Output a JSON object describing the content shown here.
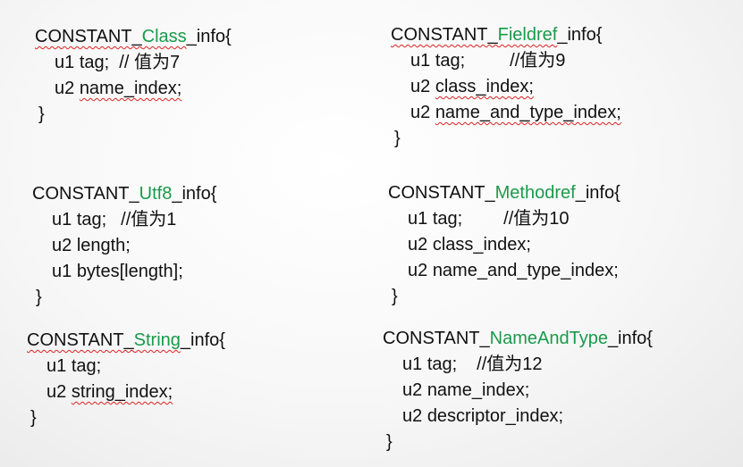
{
  "structs": {
    "class": {
      "prefix": "CONSTANT_",
      "name": "Class",
      "suffix": "_info{",
      "fields": [
        {
          "type": "u1",
          "name": "tag;",
          "comment": "// 值为7"
        },
        {
          "type": "u2",
          "name": "name_index;",
          "comment": ""
        }
      ],
      "close": "}"
    },
    "fieldref": {
      "prefix": "CONSTANT_",
      "name": "Fieldref",
      "suffix": "_info{",
      "fields": [
        {
          "type": "u1",
          "name": "tag;",
          "comment": "//值为9"
        },
        {
          "type": "u2",
          "name": "class_index;",
          "comment": ""
        },
        {
          "type": "u2",
          "name": "name_and_type_index;",
          "comment": ""
        }
      ],
      "close": "}"
    },
    "utf8": {
      "prefix": "CONSTANT_",
      "name": "Utf8",
      "suffix": "_info{",
      "fields": [
        {
          "type": "u1",
          "name": "tag;",
          "comment": "//值为1"
        },
        {
          "type": "u2",
          "name": "length;",
          "comment": ""
        },
        {
          "type": "u1",
          "name": "bytes[length];",
          "comment": ""
        }
      ],
      "close": "}"
    },
    "methodref": {
      "prefix": "CONSTANT_",
      "name": "Methodref",
      "suffix": "_info{",
      "fields": [
        {
          "type": "u1",
          "name": "tag;",
          "comment": "//值为10"
        },
        {
          "type": "u2",
          "name": "class_index;",
          "comment": ""
        },
        {
          "type": "u2",
          "name": "name_and_type_index;",
          "comment": ""
        }
      ],
      "close": "}"
    },
    "string": {
      "prefix": "CONSTANT_",
      "name": "String",
      "suffix": "_info{",
      "fields": [
        {
          "type": "u1",
          "name": "tag;",
          "comment": ""
        },
        {
          "type": "u2",
          "name": "string_index;",
          "comment": ""
        }
      ],
      "close": "}"
    },
    "nameandtype": {
      "prefix": "CONSTANT_",
      "name": "NameAndType",
      "suffix": "_info{",
      "fields": [
        {
          "type": "u1",
          "name": "tag;",
          "comment": "//值为12"
        },
        {
          "type": "u2",
          "name": "name_index;",
          "comment": ""
        },
        {
          "type": "u2",
          "name": "descriptor_index;",
          "comment": ""
        }
      ],
      "close": "}"
    }
  },
  "colors": {
    "highlight": "#1a9a4a",
    "text": "#111111",
    "spellcheck": "#dd2222"
  }
}
